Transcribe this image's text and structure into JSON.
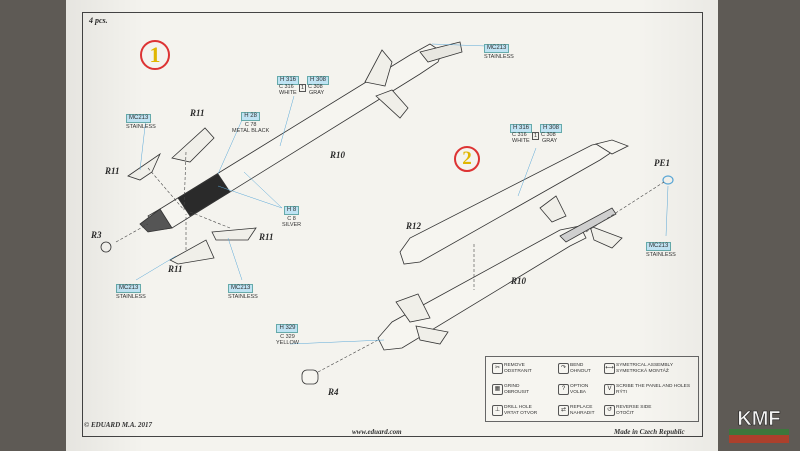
{
  "sheet": {
    "qty_label": "4 pcs.",
    "step_numbers": [
      "1",
      "2"
    ],
    "part_labels": {
      "r11_top": "R11",
      "r11_left": "R11",
      "r11_right": "R11",
      "r11_bottom": "R11",
      "r10_main": "R10",
      "r10_second": "R10",
      "r12": "R12",
      "r3": "R3",
      "r4": "R4",
      "pe1": "PE1"
    },
    "callouts": {
      "mc_top": {
        "code": "MC213",
        "name": "STAINLESS"
      },
      "mc_left": {
        "code": "MC213",
        "name": "STAINLESS"
      },
      "mc_bottom_left": {
        "code": "MC213",
        "name": "STAINLESS"
      },
      "mc_bottom_mid": {
        "code": "MC213",
        "name": "STAINLESS"
      },
      "mc_pe1": {
        "code": "MC213",
        "name": "STAINLESS"
      },
      "metal_black": {
        "h": "H 28",
        "c": "C 78",
        "name": "METAL BLACK"
      },
      "silver": {
        "h": "H 8",
        "c": "C 8",
        "name": "SILVER"
      },
      "yellow": {
        "h": "H 329",
        "c": "C 329",
        "name": "YELLOW"
      },
      "white_gray_1": {
        "h1": "H 316",
        "c1": "C 316",
        "n1": "WHITE",
        "h2": "H 308",
        "c2": "C 308",
        "n2": "GRAY",
        "mid": "1"
      },
      "white_gray_2": {
        "h1": "H 316",
        "c1": "C 316",
        "n1": "WHITE",
        "h2": "H 308",
        "c2": "C 308",
        "n2": "GRAY",
        "mid": "1"
      }
    },
    "legend": [
      {
        "icon": "✂",
        "lines": [
          "REMOVE",
          "ODSTRANIT"
        ]
      },
      {
        "icon": "↷",
        "lines": [
          "BEND",
          "OHNOUT"
        ]
      },
      {
        "icon": "⟷",
        "lines": [
          "SYMETRICAL ASSEMBLY",
          "SYMETRICKÁ MONTÁŽ"
        ]
      },
      {
        "icon": "▦",
        "lines": [
          "GRIND",
          "OBROUSIT"
        ]
      },
      {
        "icon": "?",
        "lines": [
          "OPTION",
          "VOLBA"
        ]
      },
      {
        "icon": "V",
        "lines": [
          "SCRIBE THE PANEL AND HOLES",
          "RÝTI"
        ]
      },
      {
        "icon": "⊥",
        "lines": [
          "DRILL HOLE",
          "VRTAT OTVOR"
        ]
      },
      {
        "icon": "⇄",
        "lines": [
          "REPLACE",
          "NAHRADIT"
        ]
      },
      {
        "icon": "↺",
        "lines": [
          "REVERSE SIDE",
          "OTOČIT"
        ]
      }
    ],
    "footer": {
      "copyright": "© EDUARD  M.A. 2017",
      "website": "www.eduard.com",
      "origin": "Made in Czech Republic"
    }
  },
  "watermark": {
    "text": "KMF"
  }
}
